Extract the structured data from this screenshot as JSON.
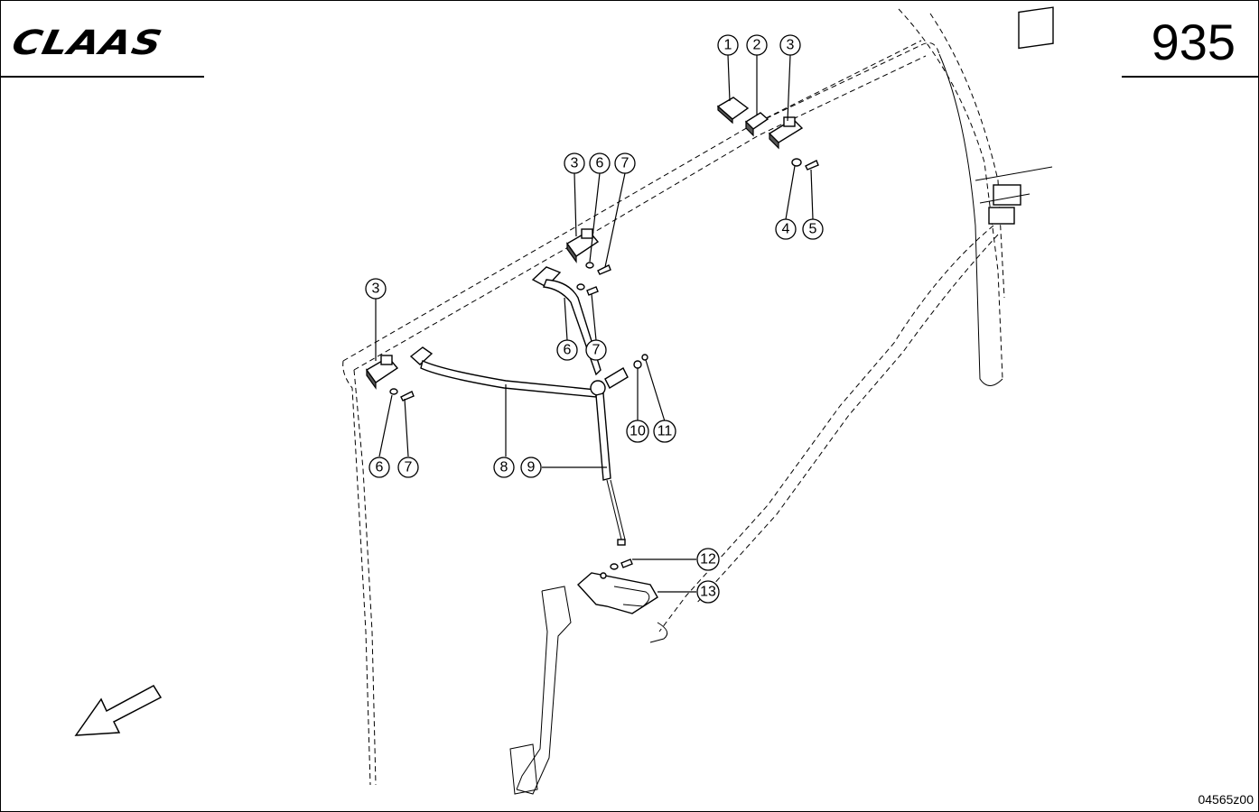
{
  "header": {
    "logo_text": "CLAAS",
    "page_number": "935"
  },
  "footer": {
    "drawing_code": "04565z00"
  },
  "callouts": [
    {
      "label": "1"
    },
    {
      "label": "2"
    },
    {
      "label": "3"
    },
    {
      "label": "3"
    },
    {
      "label": "6"
    },
    {
      "label": "7"
    },
    {
      "label": "4"
    },
    {
      "label": "5"
    },
    {
      "label": "3"
    },
    {
      "label": "6"
    },
    {
      "label": "7"
    },
    {
      "label": "10"
    },
    {
      "label": "11"
    },
    {
      "label": "6"
    },
    {
      "label": "7"
    },
    {
      "label": "8"
    },
    {
      "label": "9"
    },
    {
      "label": "12"
    },
    {
      "label": "13"
    }
  ],
  "icons": {
    "direction_arrow": "arrow-down-left-icon"
  }
}
